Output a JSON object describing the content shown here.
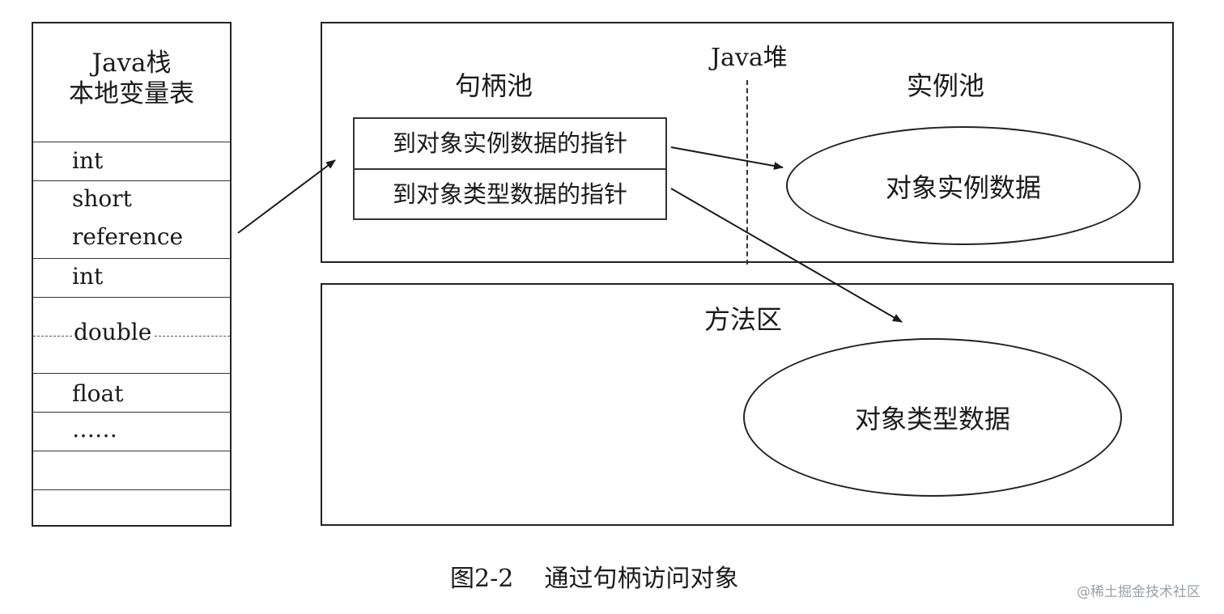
{
  "stack": {
    "title_line1": "Java栈",
    "title_line2": "本地变量表",
    "slots": [
      "int",
      "short",
      "reference",
      "int",
      "double",
      "float",
      "……"
    ]
  },
  "heap": {
    "title": "Java堆",
    "handle_pool": {
      "title": "句柄池",
      "rows": [
        "到对象实例数据的指针",
        "到对象类型数据的指针"
      ]
    },
    "instance_pool": {
      "title": "实例池",
      "ellipse": "对象实例数据"
    }
  },
  "method_area": {
    "title": "方法区",
    "ellipse": "对象类型数据"
  },
  "caption": "图2-2    通过句柄访问对象",
  "watermark": "@稀土掘金技术社区"
}
